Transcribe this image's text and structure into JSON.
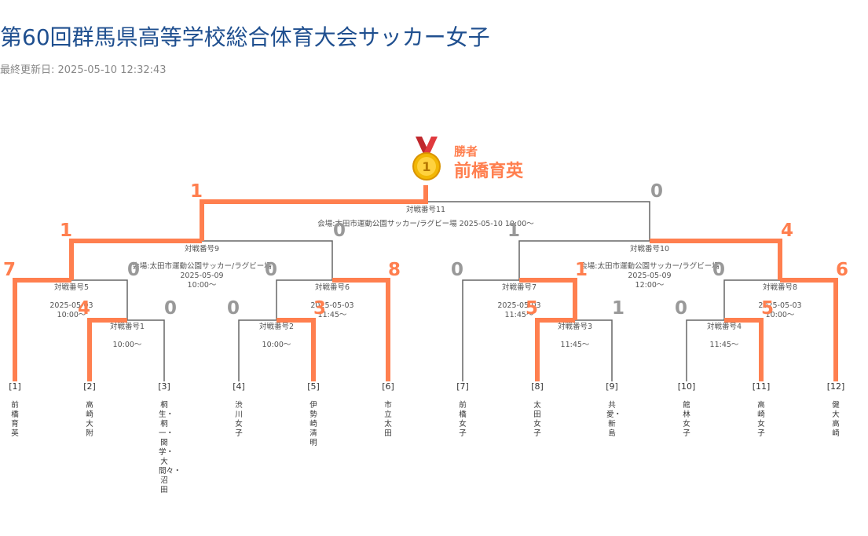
{
  "page": {
    "title": "第60回群馬県高等学校総合体育大会サッカー女子",
    "updated": "最終更新日: 2025-05-10 12:32:43"
  },
  "champion": {
    "label": "勝者",
    "name": "前橋育英",
    "medal": "gold-medal-icon"
  },
  "colors": {
    "winner": "#ff7f4f",
    "loser": "#999999",
    "line": "#666666",
    "title": "#1f4f8f"
  },
  "teams": [
    {
      "seed": "[1]",
      "name": "前橋育英"
    },
    {
      "seed": "[2]",
      "name": "高崎大附"
    },
    {
      "seed": "[3]",
      "name": "桐生・桐一・関学・大間々・沼田"
    },
    {
      "seed": "[4]",
      "name": "渋川女子"
    },
    {
      "seed": "[5]",
      "name": "伊勢崎清明"
    },
    {
      "seed": "[6]",
      "name": "市立太田"
    },
    {
      "seed": "[7]",
      "name": "前橋女子"
    },
    {
      "seed": "[8]",
      "name": "太田女子"
    },
    {
      "seed": "[9]",
      "name": "共愛・新島"
    },
    {
      "seed": "[10]",
      "name": "館林女子"
    },
    {
      "seed": "[11]",
      "name": "高崎女子"
    },
    {
      "seed": "[12]",
      "name": "健大高崎"
    }
  ],
  "matches": {
    "m1": {
      "label": "対戦番号1",
      "time": "10:00〜",
      "score_top": "4",
      "score_bottom": "0"
    },
    "m2": {
      "label": "対戦番号2",
      "time": "10:00〜",
      "score_top": "0",
      "score_bottom": "3"
    },
    "m3": {
      "label": "対戦番号3",
      "time": "11:45〜",
      "score_top": "5",
      "score_bottom": "1"
    },
    "m4": {
      "label": "対戦番号4",
      "time": "11:45〜",
      "score_top": "0",
      "score_bottom": "5"
    },
    "m5": {
      "label": "対戦番号5",
      "date": "2025-05-03",
      "time": "10:00〜",
      "score_top": "7",
      "score_bottom": "0"
    },
    "m6": {
      "label": "対戦番号6",
      "date": "2025-05-03",
      "time": "11:45〜",
      "score_top": "0",
      "score_bottom": "8"
    },
    "m7": {
      "label": "対戦番号7",
      "date": "2025-05-03",
      "time": "11:45〜",
      "score_top": "0",
      "score_bottom": "1"
    },
    "m8": {
      "label": "対戦番号8",
      "date": "2025-05-03",
      "time": "10:00〜",
      "score_top": "0",
      "score_bottom": "6"
    },
    "m9": {
      "label": "対戦番号9",
      "venue": "会場:太田市運動公園サッカー/ラグビー場",
      "date": "2025-05-09",
      "time": "10:00〜",
      "score_top": "1",
      "score_bottom": "0"
    },
    "m10": {
      "label": "対戦番号10",
      "venue": "会場:太田市運動公園サッカー/ラグビー場",
      "date": "2025-05-09",
      "time": "12:00〜",
      "score_top": "1",
      "score_bottom": "4"
    },
    "m11": {
      "label": "対戦番号11",
      "venue": "会場:太田市運動公園サッカー/ラグビー場 2025-05-10 10:00〜",
      "score_top": "1",
      "score_bottom": "0"
    }
  }
}
